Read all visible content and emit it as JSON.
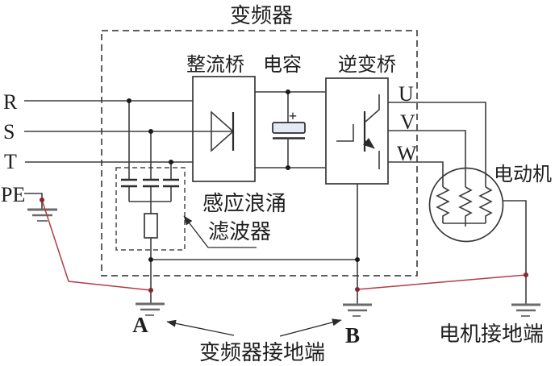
{
  "title": "变频器",
  "blocks": {
    "rectifier": "整流桥",
    "capacitor": "电容",
    "inverter": "逆变桥",
    "motor": "电动机"
  },
  "terminals": {
    "r": "R",
    "s": "S",
    "t": "T",
    "pe": "PE",
    "u": "U",
    "v": "V",
    "w": "W"
  },
  "capacitor_polarity": "+",
  "filter_label": {
    "line1": "感应浪涌",
    "line2": "滤波器"
  },
  "ground": {
    "point_a": "A",
    "point_b": "B",
    "inverter_side_label": "变频器接地端",
    "motor_side_label": "电机接地端"
  },
  "colors": {
    "wire": "#3d3d3d",
    "ground_loop_red": "#b43c46",
    "red_dot": "#8a2430",
    "capacitor_fill": "#e4e9f5",
    "background": "#ffffff",
    "text": "#1f1f1f"
  }
}
